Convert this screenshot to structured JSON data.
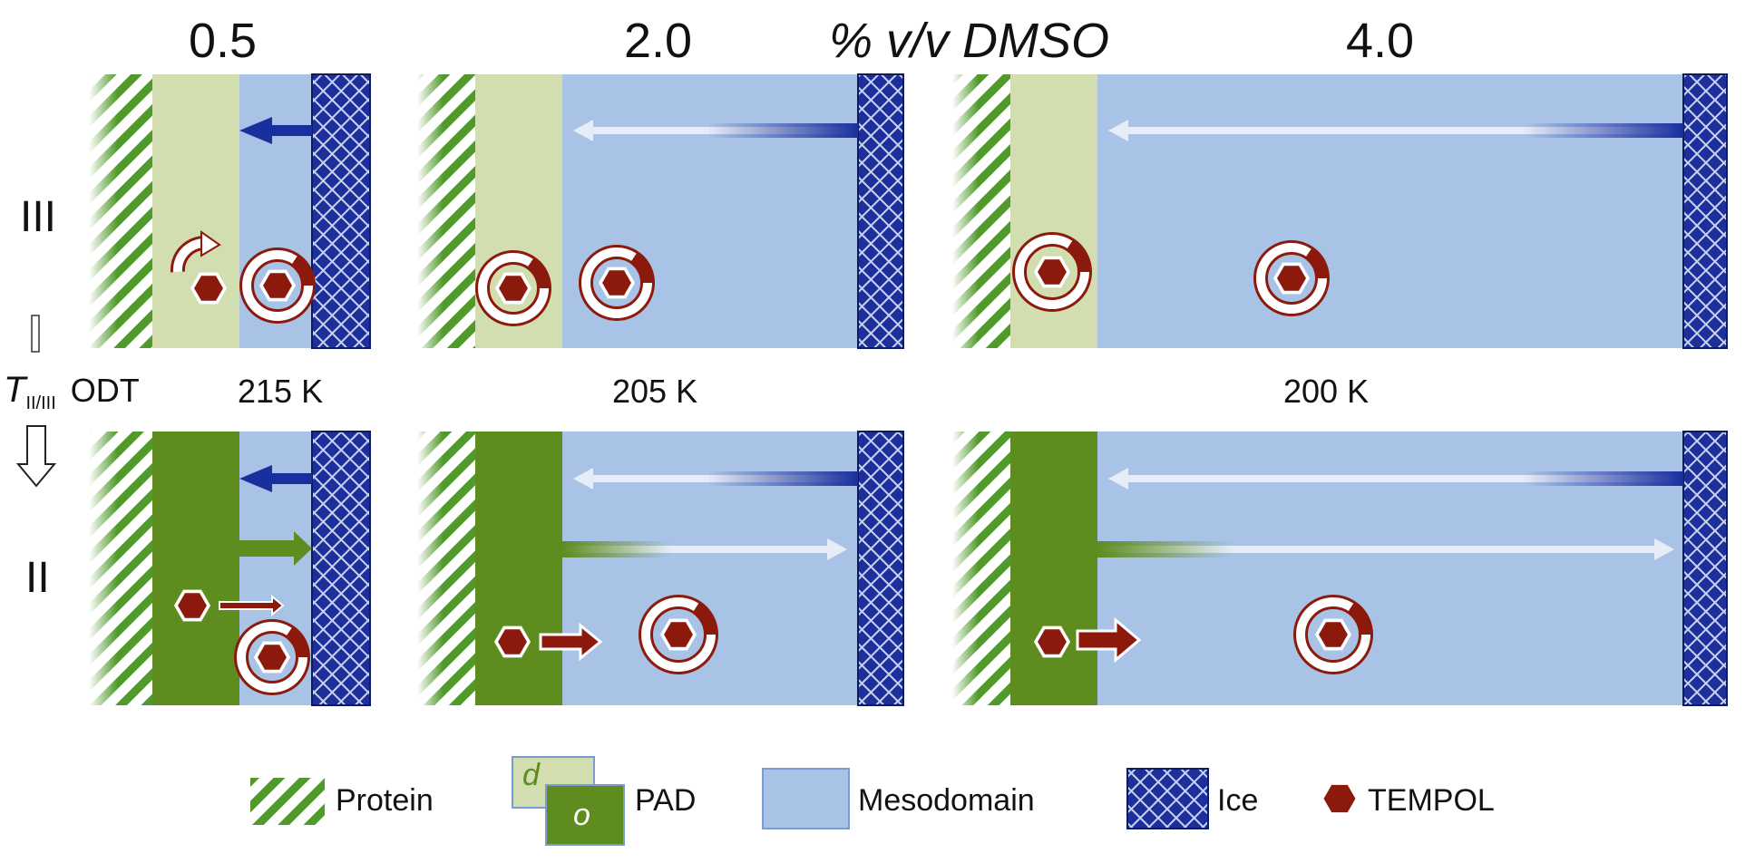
{
  "headers": {
    "col1": "0.5",
    "col2": "2.0",
    "axis_title": "% v/v DMSO",
    "col3": "4.0"
  },
  "phases": {
    "upper": "III",
    "lower": "II",
    "transition_symbol": "T",
    "transition_subscript": "II/III",
    "transition_label": "ODT"
  },
  "temperatures": {
    "col1": "215 K",
    "col2": "205 K",
    "col3": "200 K"
  },
  "legend": {
    "protein": "Protein",
    "pad_d": "d",
    "pad_o": "o",
    "pad": "PAD",
    "mesodomain": "Mesodomain",
    "ice": "Ice",
    "tempol": "TEMPOL"
  },
  "colors": {
    "protein_green": "#4f9a2a",
    "pad_disordered": "#d2deb0",
    "pad_ordered": "#5e8c1f",
    "mesodomain": "#a9c3e6",
    "ice": "#1c2f9a",
    "tempol": "#8c1a0c",
    "arrow_blue": "#1a2f9e"
  }
}
